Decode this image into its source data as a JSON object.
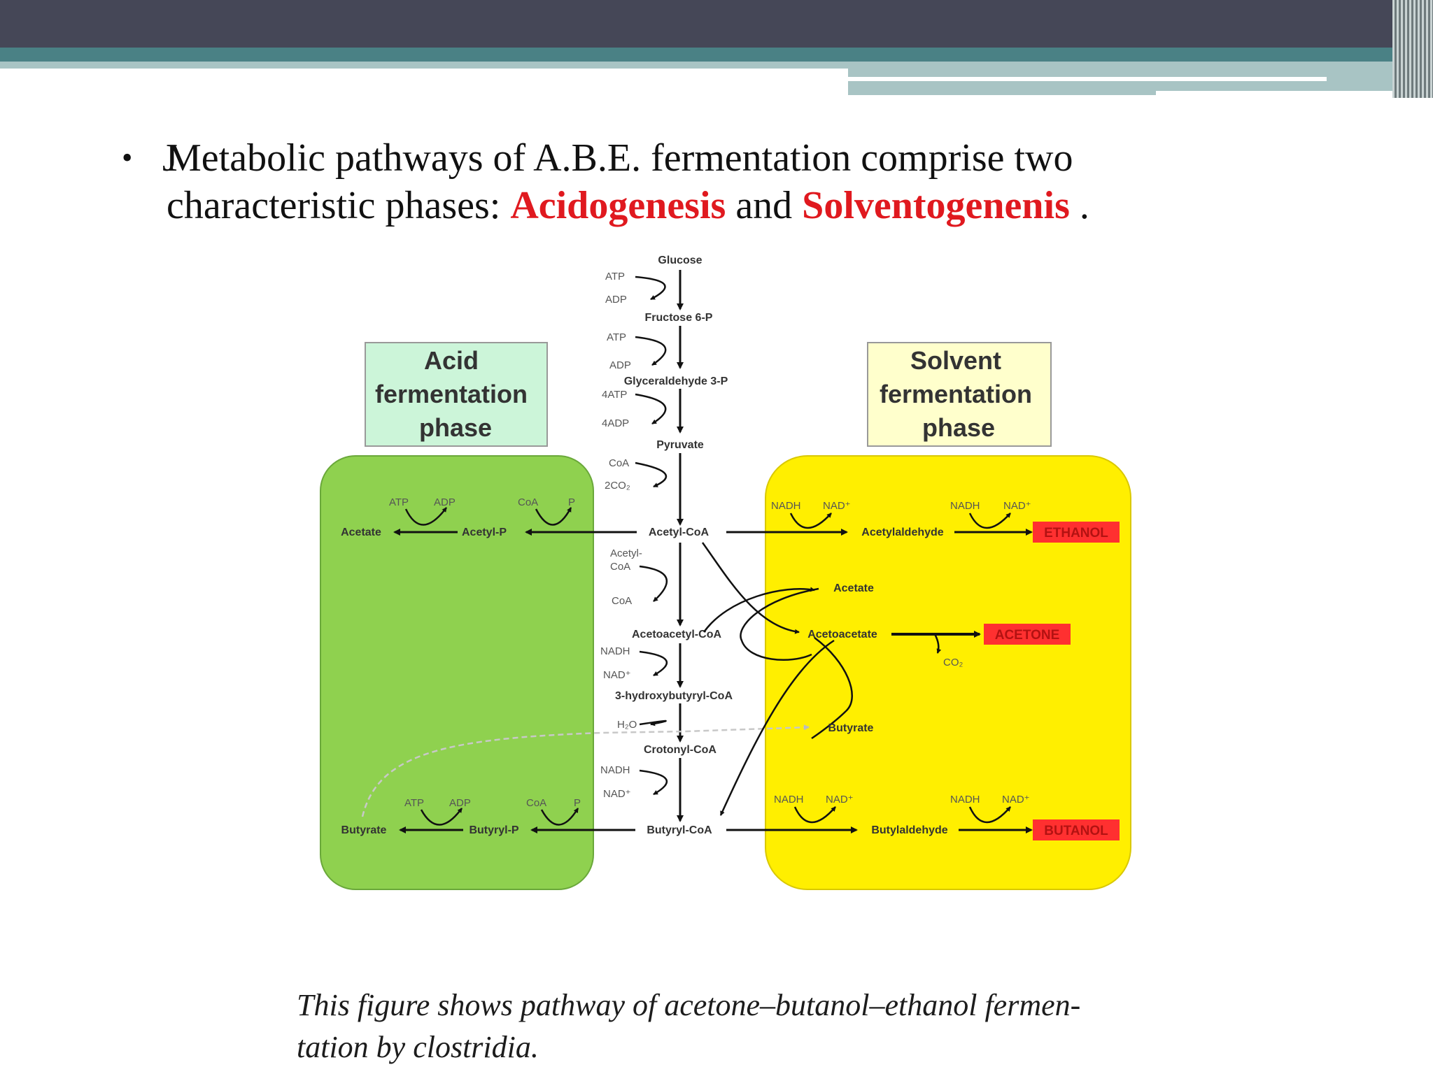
{
  "slide": {
    "bullet_symbol": "•",
    "glitch_char": "J",
    "line1": "Metabolic pathways of A.B.E. fermentation comprise two",
    "line2_prefix": "characteristic phases: ",
    "highlight1": "Acidogenesis",
    "line2_mid": " and ",
    "highlight2": "Solventogenenis",
    "line2_suffix": " .",
    "highlight_color": "#e0191f"
  },
  "caption": {
    "line1": "This figure shows pathway of acetone–butanol–ethanol fermen-",
    "line2": "tation by clostridia."
  },
  "colors": {
    "header_dark": "#454757",
    "header_teal": "#4a8185",
    "header_light": "#a8c4c4",
    "acid_phase_box": "#8fd14f",
    "solvent_phase_box": "#ffef00",
    "acid_label_box": "#ccf5d9",
    "solvent_label_box": "#ffffcc",
    "product_box": "#ff3030"
  },
  "diagram": {
    "acid_phase_label": [
      "Acid",
      "fermentation",
      "phase"
    ],
    "solvent_phase_label": [
      "Solvent",
      "fermentation",
      "phase"
    ],
    "main_pathway": {
      "glucose": "Glucose",
      "fructose": "Fructose 6-P",
      "glyceraldehyde": "Glyceraldehyde 3-P",
      "pyruvate": "Pyruvate",
      "acetyl_coa": "Acetyl-CoA",
      "acetoacetyl_coa": "Acetoacetyl-CoA",
      "hydroxybutyryl_coa": "3-hydroxybutyryl-CoA",
      "crotonyl_coa": "Crotonyl-CoA",
      "butyryl_coa": "Butyryl-CoA"
    },
    "cofactors": {
      "atp": "ATP",
      "adp": "ADP",
      "atp4": "4ATP",
      "adp4": "4ADP",
      "coa": "CoA",
      "co2_2": "2CO₂",
      "acetyl_coa_in": "Acetyl-\nCoA",
      "nadh": "NADH",
      "nad": "NAD⁺",
      "h2o": "H₂O",
      "p": "P",
      "co2": "CO₂"
    },
    "acid_side": {
      "acetate": "Acetate",
      "acetyl_p": "Acetyl-P",
      "butyrate": "Butyrate",
      "butyryl_p": "Butyryl-P"
    },
    "solvent_side": {
      "acetylaldehyde": "Acetylaldehyde",
      "acetate": "Acetate",
      "acetoacetate": "Acetoacetate",
      "butyrate": "Butyrate",
      "butylaldehyde": "Butylaldehyde"
    },
    "products": {
      "ethanol": "ETHANOL",
      "acetone": "ACETONE",
      "butanol": "BUTANOL"
    }
  }
}
